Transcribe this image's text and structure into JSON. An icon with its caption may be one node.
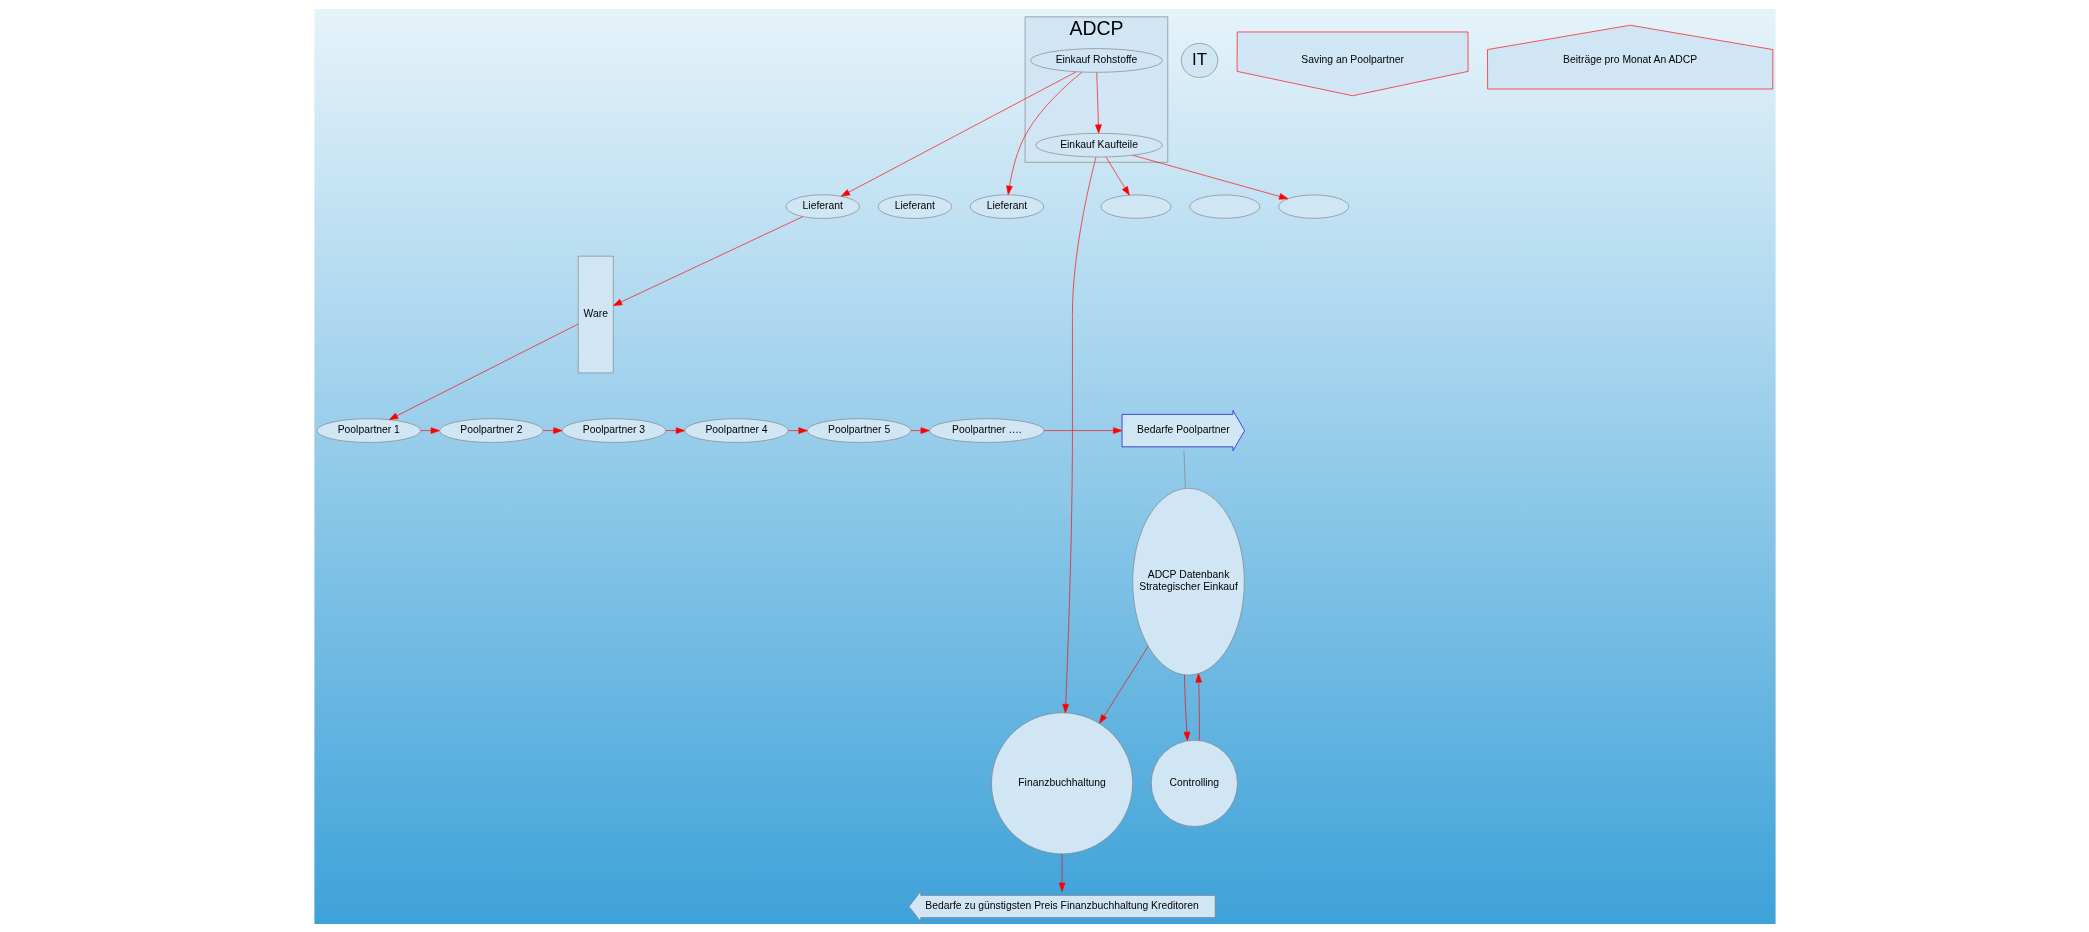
{
  "diagram": {
    "nodes": [
      {
        "text": [
          "Ware"
        ]
      },
      {
        "text": [
          "Lieferant"
        ]
      },
      {
        "text": [
          "Lieferant"
        ]
      },
      {
        "text": [
          "Lieferant"
        ]
      },
      {
        "text": [],
        "shape": "ellipse"
      },
      {
        "text": [],
        "shape": "ellipse"
      },
      {
        "text": [],
        "shape": "ellipse"
      },
      {
        "text": [
          "Bedarfe zu günstigsten Preis Finanzbuchhaltung Kreditoren"
        ]
      },
      {
        "text": [
          "ADCP"
        ]
      },
      {
        "text": [
          "Einkauf Rohstoffe"
        ],
        "in": 8
      },
      {
        "text": [
          "Einkauf Kaufteile"
        ],
        "in": 8
      },
      {
        "text": [
          "Finanzbuchhaltung"
        ]
      },
      {
        "text": [
          "IT"
        ]
      },
      {
        "text": [
          "Controlling"
        ]
      },
      {
        "text": [
          "ADCP Datenbank",
          "Strategischer Einkauf"
        ]
      },
      {
        "text": [
          "Saving an Poolpartner"
        ]
      },
      {
        "text": [
          "Beiträge pro Monat An ADCP"
        ]
      },
      {
        "text": [
          "Poolpartner 1"
        ]
      },
      {
        "text": [
          "Poolpartner 2"
        ]
      },
      {
        "text": [
          "Poolpartner 3"
        ]
      },
      {
        "text": [
          "Poolpartner 4"
        ]
      },
      {
        "text": [
          "Poolpartner 5"
        ]
      },
      {
        "text": [
          "Poolpartner …."
        ]
      },
      {
        "text": [
          "Bedarfe Poolpartner"
        ]
      }
    ],
    "edges": [
      {
        "from": 1,
        "to": 0,
        "arrow": "to"
      },
      {
        "from": 9,
        "to": 1,
        "arrow": "to"
      },
      {
        "from": 9,
        "to": 3,
        "arrow": "to"
      },
      {
        "from": 10,
        "to": 4,
        "arrow": "to"
      },
      {
        "from": 10,
        "to": 6,
        "arrow": "to"
      },
      {
        "from": 9,
        "to": 10,
        "arrow": "to"
      },
      {
        "from": 10,
        "to": 11,
        "arrow": "to"
      },
      {
        "from": 11,
        "to": 7,
        "arrow": "to"
      },
      {
        "from": 14,
        "to": 11,
        "arrow": "to"
      },
      {
        "from": 13,
        "to": 14,
        "arrow": "to"
      },
      {
        "from": 14,
        "to": 13,
        "arrow": "to"
      },
      {
        "from": 0,
        "to": 17,
        "arrow": "to"
      },
      {
        "from": 17,
        "to": 18,
        "arrow": "to"
      },
      {
        "from": 18,
        "to": 19,
        "arrow": "to"
      },
      {
        "from": 19,
        "to": 20,
        "arrow": "to"
      },
      {
        "from": 20,
        "to": 21,
        "arrow": "to"
      },
      {
        "from": 21,
        "to": 22,
        "arrow": "to"
      },
      {
        "from": 22,
        "to": 23,
        "arrow": "to"
      },
      {
        "from": 23,
        "to": 14,
        "arrow": "none",
        "color": "#808080"
      }
    ]
  }
}
